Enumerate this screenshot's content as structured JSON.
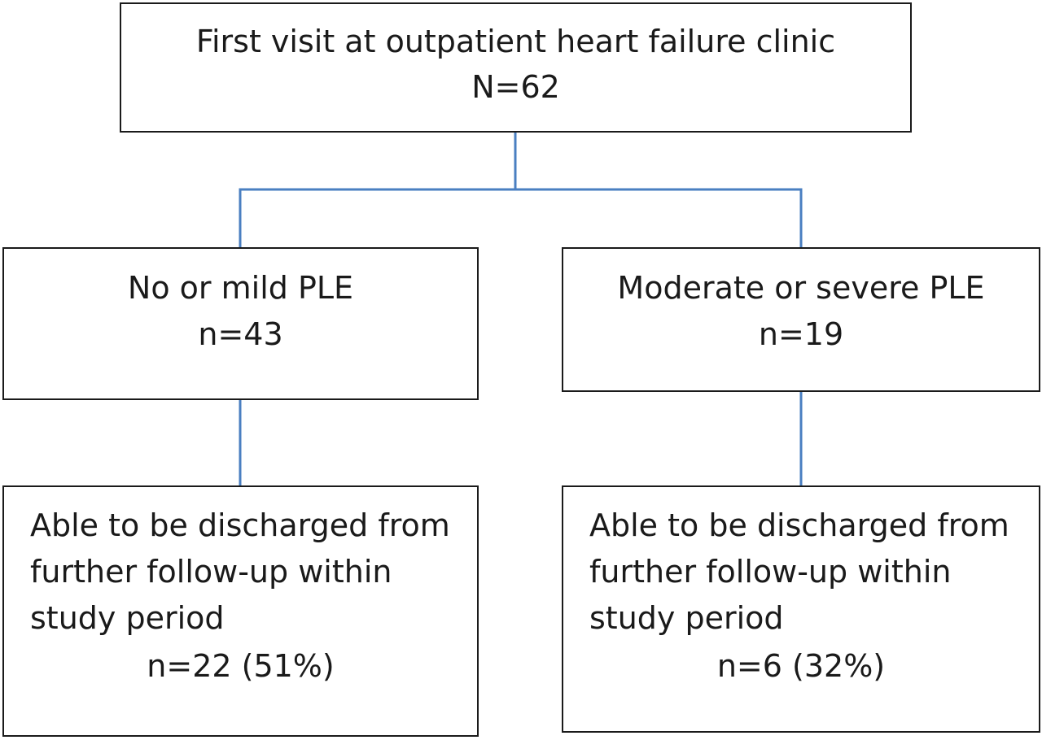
{
  "colors": {
    "connector": "#4a7fc1",
    "border": "#1a1a1a",
    "text": "#1a1a1a"
  },
  "root": {
    "title": "First visit at outpatient heart failure clinic",
    "count": "N=62"
  },
  "left_group": {
    "title": "No or mild PLE",
    "count": "n=43"
  },
  "right_group": {
    "title": "Moderate or severe PLE",
    "count": "n=19"
  },
  "left_outcome": {
    "lines": [
      "Able to be discharged from",
      "further follow-up within",
      "study period"
    ],
    "count": "n=22 (51%)"
  },
  "right_outcome": {
    "lines": [
      "Able to be discharged from",
      "further follow-up within",
      "study period"
    ],
    "count": "n=6 (32%)"
  }
}
